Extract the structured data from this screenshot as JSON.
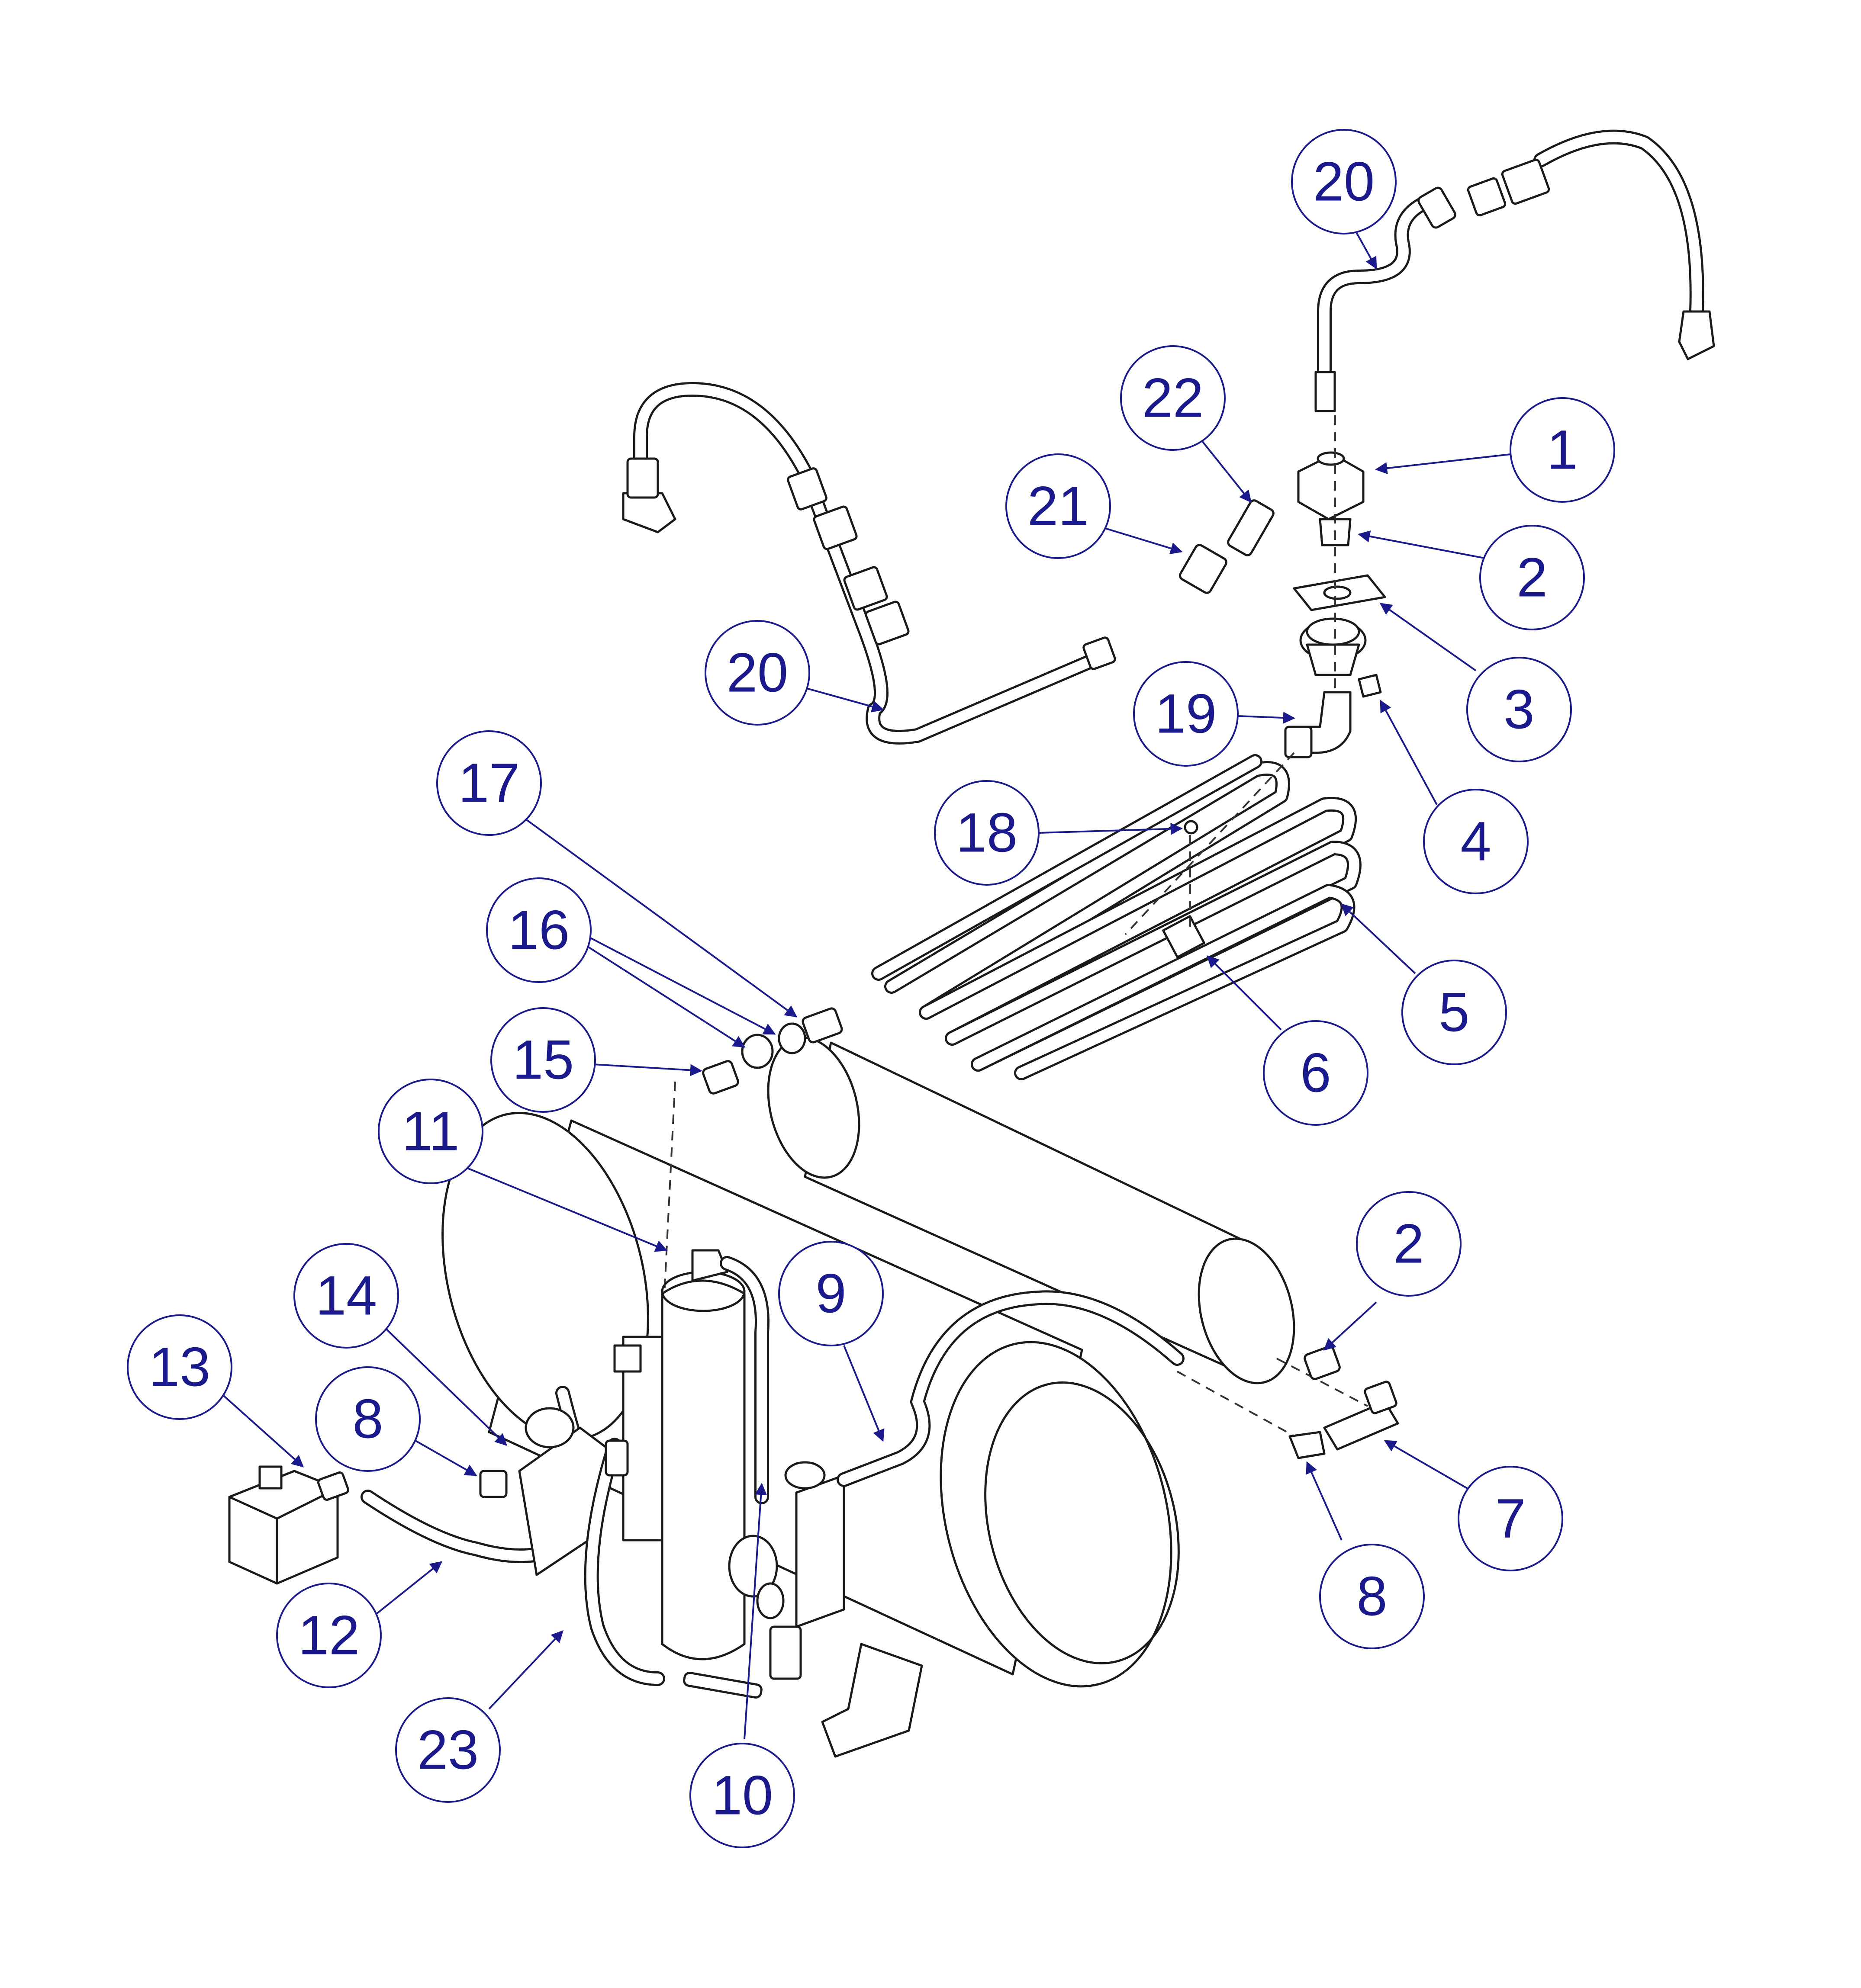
{
  "colors": {
    "callout": "#1a1a8c",
    "drawing": "#1a1a1a"
  },
  "callouts": [
    {
      "label": "1"
    },
    {
      "label": "2"
    },
    {
      "label": "3"
    },
    {
      "label": "4"
    },
    {
      "label": "5"
    },
    {
      "label": "6"
    },
    {
      "label": "7"
    },
    {
      "label": "8"
    },
    {
      "label": "9"
    },
    {
      "label": "10"
    },
    {
      "label": "11"
    },
    {
      "label": "12"
    },
    {
      "label": "13"
    },
    {
      "label": "14"
    },
    {
      "label": "15"
    },
    {
      "label": "16"
    },
    {
      "label": "17"
    },
    {
      "label": "18"
    },
    {
      "label": "19"
    },
    {
      "label": "20"
    },
    {
      "label": "21"
    },
    {
      "label": "22"
    },
    {
      "label": "23"
    },
    {
      "label": "2"
    },
    {
      "label": "8"
    },
    {
      "label": "20"
    }
  ]
}
